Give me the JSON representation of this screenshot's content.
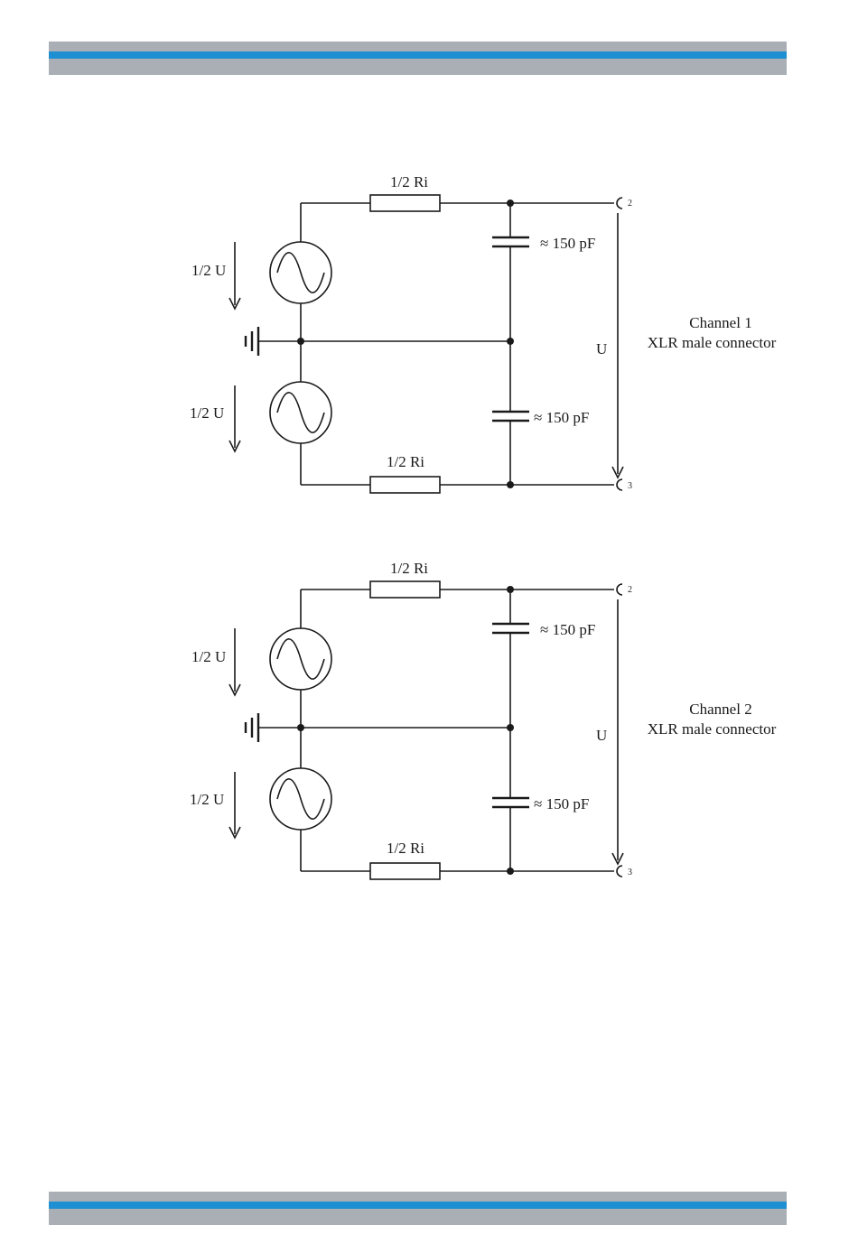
{
  "colors": {
    "band_gray": "#a9afb4",
    "band_blue": "#1f8fd4",
    "ink": "#1a1a1a"
  },
  "diagrams": [
    {
      "resistor_top": "1/2 Ri",
      "resistor_bottom": "1/2 Ri",
      "source_top": "1/2 U",
      "source_bottom": "1/2 U",
      "cap_top": "≈ 150 pF",
      "cap_bottom": "≈ 150 pF",
      "output_voltage": "U",
      "pin_top": "2",
      "pin_bottom": "3",
      "channel": "Channel 1",
      "connector": "XLR male connector",
      "icons": {
        "source": "ac-source-icon",
        "ground": "ground-icon",
        "pin": "connector-pin-icon"
      }
    },
    {
      "resistor_top": "1/2 Ri",
      "resistor_bottom": "1/2 Ri",
      "source_top": "1/2 U",
      "source_bottom": "1/2 U",
      "cap_top": "≈ 150 pF",
      "cap_bottom": "≈ 150 pF",
      "output_voltage": "U",
      "pin_top": "2",
      "pin_bottom": "3",
      "channel": "Channel 2",
      "connector": "XLR male connector",
      "icons": {
        "source": "ac-source-icon",
        "ground": "ground-icon",
        "pin": "connector-pin-icon"
      }
    }
  ]
}
